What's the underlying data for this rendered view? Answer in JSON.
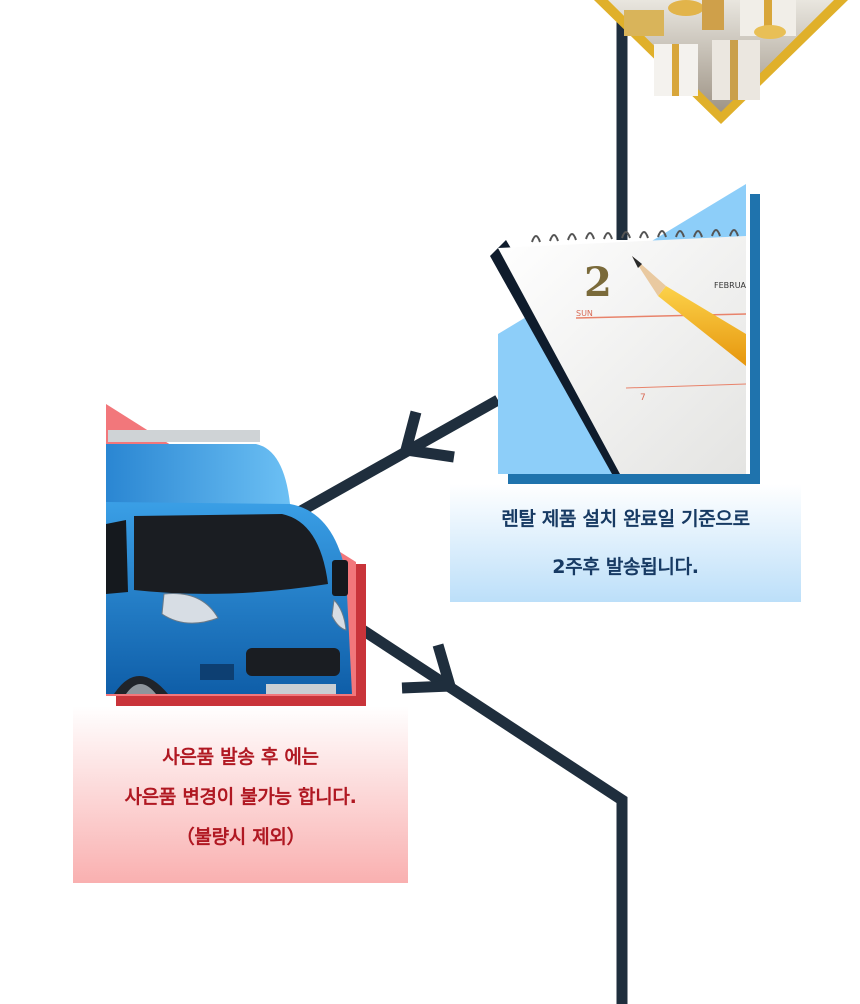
{
  "gift_box": {
    "icon": "gift-boxes-icon"
  },
  "calendar": {
    "icon": "calendar-pencil-icon",
    "page_number": "2",
    "day_label": "SUN",
    "month_label": "FEBRUA",
    "next_row_number": "7",
    "caption": {
      "line1": "렌탈 제품 설치 완료일 기준으로",
      "line2": "2주후 발송됩니다."
    },
    "accent_color": "#7ec6f7",
    "frame_color": "#1f73ad"
  },
  "truck": {
    "icon": "delivery-truck-icon",
    "caption": {
      "line1": "사은품 발송 후 에는",
      "line2": "사은품 변경이 불가능 합니다.",
      "line3": "（불량시 제외）"
    },
    "accent_color": "#f2777b",
    "frame_color": "#c9343a"
  },
  "flow_line_color": "#1f2e3d"
}
